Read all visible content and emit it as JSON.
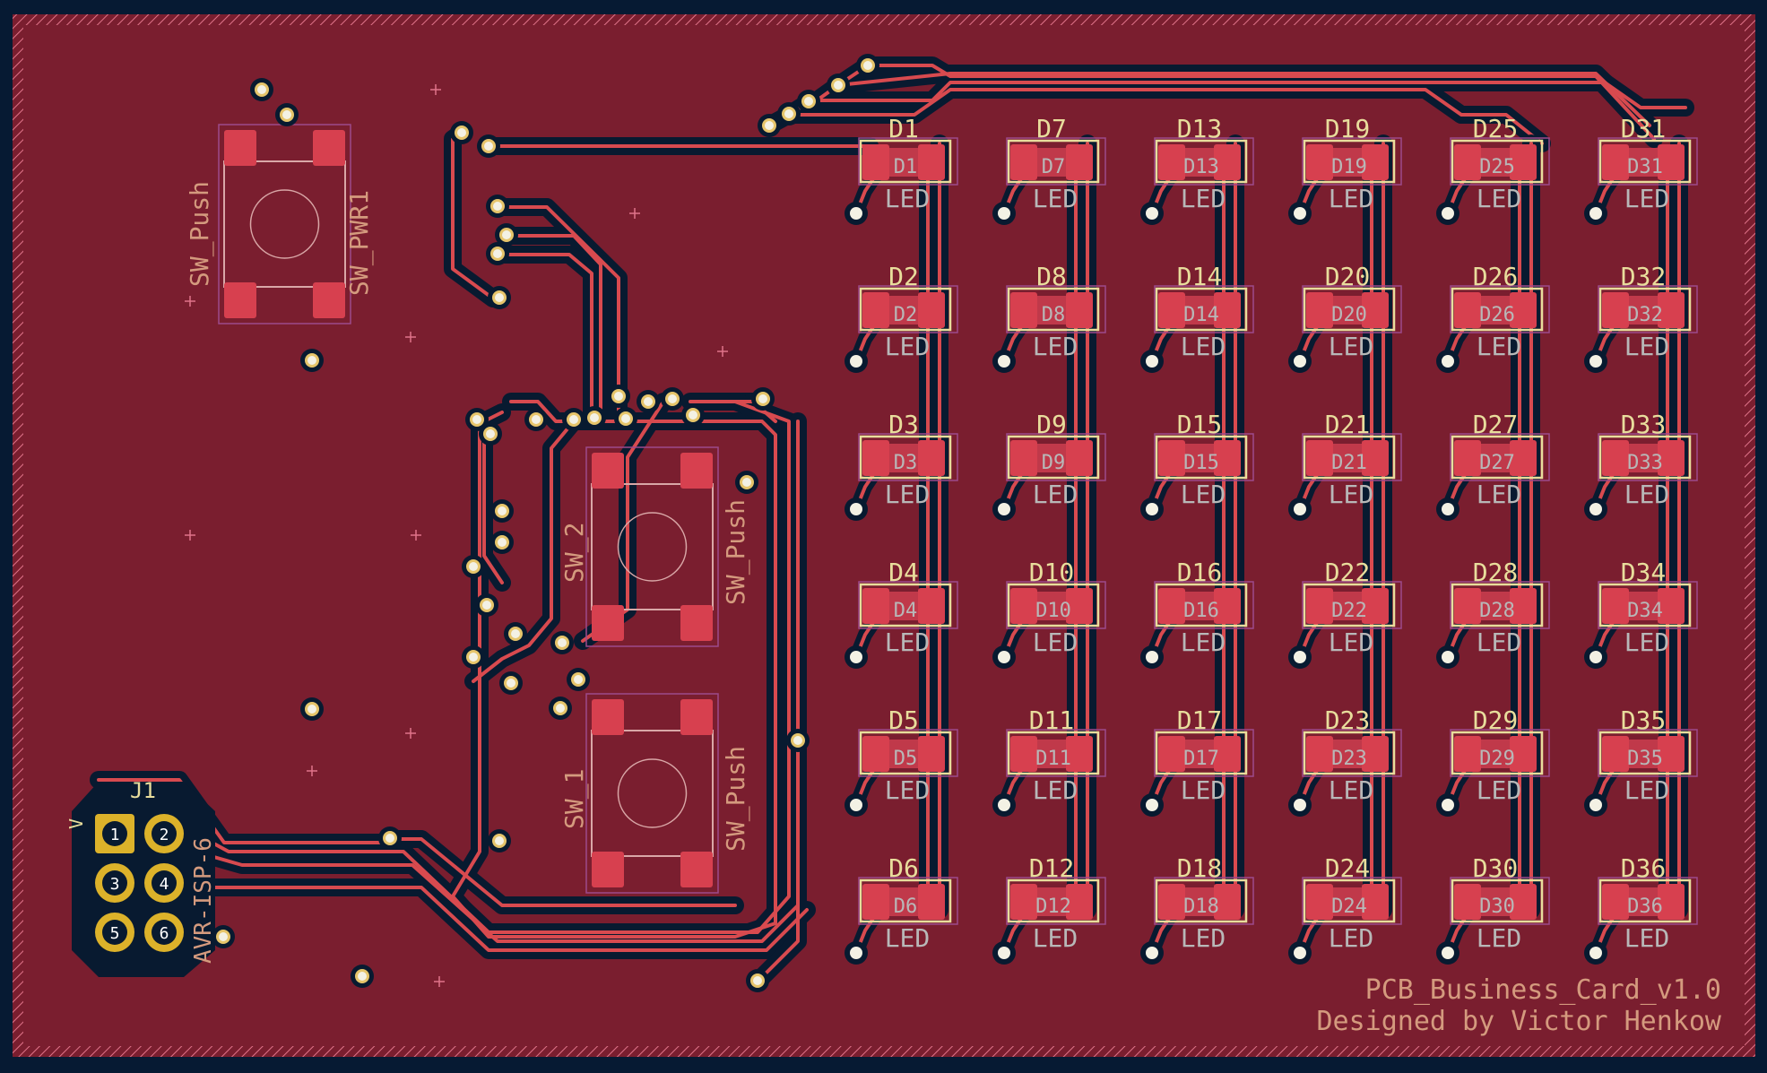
{
  "colors": {
    "canvas": "#061a33",
    "board": "#7a1e2f",
    "board_edge": "#e0748a",
    "trace": "#d84a4f",
    "clearance": "#081a30",
    "pad": "#d7404f",
    "pad_outline": "#9c4a8c",
    "silk_front": "#e8dd9c",
    "silk_back": "#d49a7e",
    "fab": "#b8b8b8",
    "via": "#f3f1e4",
    "via_ring": "#e6c56b",
    "through_pad": "#dcb22a"
  },
  "credits": {
    "line1": "PCB_Business_Card_v1.0",
    "line2": "Designed by Victor Henkow"
  },
  "led_value": "LED",
  "leds": [
    "D1",
    "D7",
    "D13",
    "D19",
    "D25",
    "D31",
    "D2",
    "D8",
    "D14",
    "D20",
    "D26",
    "D32",
    "D3",
    "D9",
    "D15",
    "D21",
    "D27",
    "D33",
    "D4",
    "D10",
    "D16",
    "D22",
    "D28",
    "D34",
    "D5",
    "D11",
    "D17",
    "D23",
    "D29",
    "D35",
    "D6",
    "D12",
    "D18",
    "D24",
    "D30",
    "D36"
  ],
  "switches": [
    {
      "ref": "SW_PWR1",
      "value": "SW_Push"
    },
    {
      "ref": "SW_2",
      "value": "SW_Push"
    },
    {
      "ref": "SW_1",
      "value": "SW_Push"
    }
  ],
  "connector": {
    "ref": "J1",
    "value": "AVR-ISP-6",
    "pins": [
      "1",
      "2",
      "3",
      "4",
      "5",
      "6"
    ],
    "side_mark": "V"
  }
}
